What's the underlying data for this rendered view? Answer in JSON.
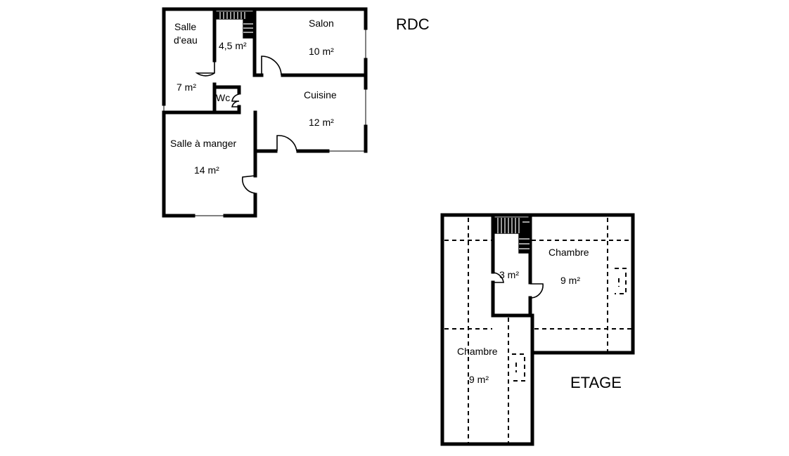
{
  "levels": {
    "rdc": {
      "title": "RDC",
      "rooms": {
        "salle_deau": {
          "name_line1": "Salle",
          "name_line2": "d'eau",
          "area": "7 m²"
        },
        "entree": {
          "area": "4,5 m²"
        },
        "salon": {
          "name": "Salon",
          "area": "10 m²"
        },
        "wc": {
          "name": "Wc"
        },
        "cuisine": {
          "name": "Cuisine",
          "area": "12 m²"
        },
        "salle_a_manger": {
          "name": "Salle à manger",
          "area": "14 m²"
        }
      }
    },
    "etage": {
      "title": "ETAGE",
      "rooms": {
        "palier": {
          "area": "3 m²"
        },
        "chambre_1": {
          "name": "Chambre",
          "area": "9 m²"
        },
        "chambre_2": {
          "name": "Chambre",
          "area": "9 m²"
        }
      }
    }
  }
}
